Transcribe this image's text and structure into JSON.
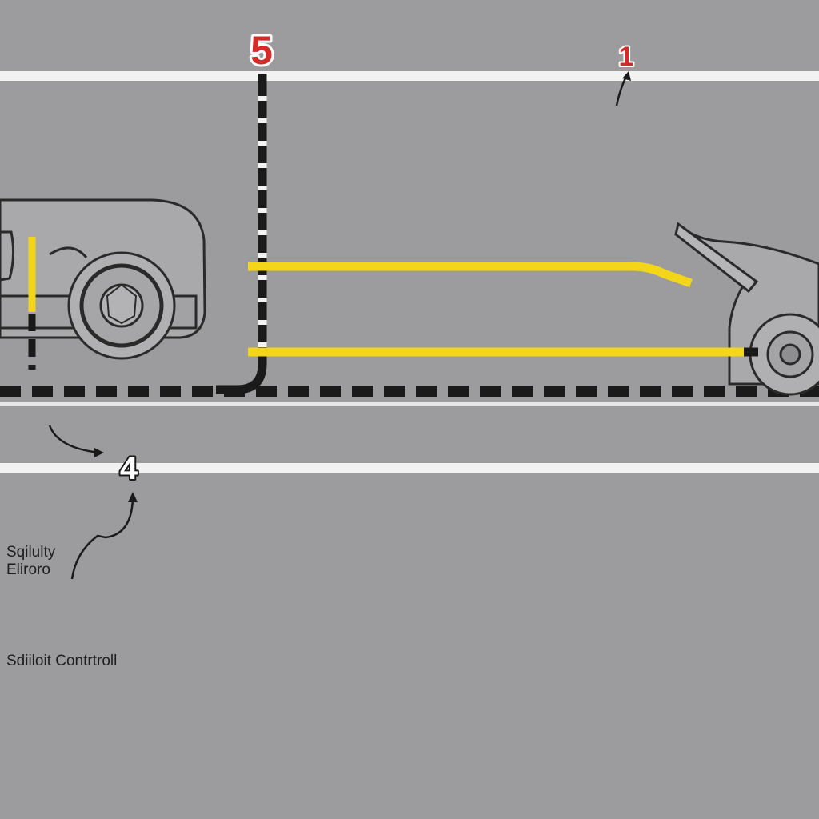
{
  "labels": {
    "marker_5": "5",
    "marker_1": "1",
    "marker_4": "4",
    "caption_top_line1": "Sqilulty",
    "caption_top_line2": "Eliroro",
    "caption_bottom": "Sdiiloit Contrtroll"
  },
  "colors": {
    "background": "#9c9c9e",
    "lane_line": "#f2f2f2",
    "guide_yellow": "#f3d61a",
    "dash_black": "#1a1a1a",
    "marker_red": "#d42a2a",
    "car_body": "#a9a9ab",
    "outline": "#2a2a2a"
  },
  "icons": [
    "rear-car-icon",
    "front-car-icon",
    "arrow-icon"
  ]
}
